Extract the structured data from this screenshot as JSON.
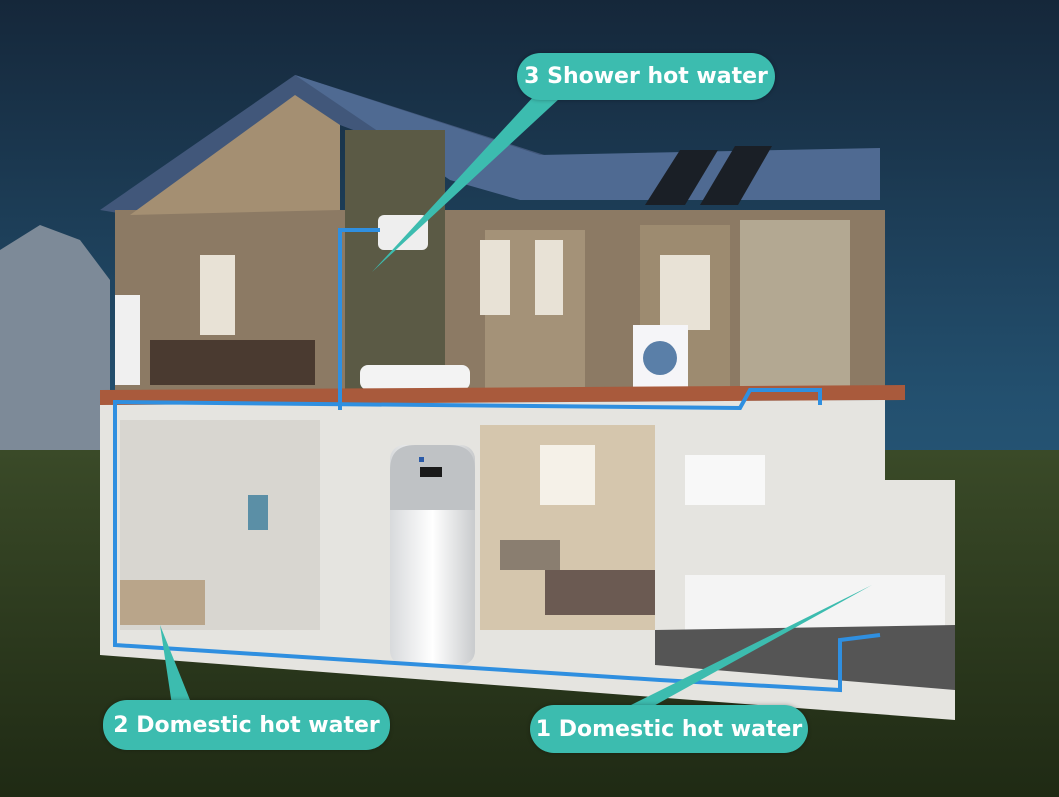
{
  "callouts": [
    {
      "number": "3",
      "label": "Shower hot water"
    },
    {
      "number": "2",
      "label": "Domestic hot water"
    },
    {
      "number": "1",
      "label": "Domestic hot water"
    }
  ],
  "colors": {
    "callout": "#3cbcaf",
    "pipe": "#2f8fe0",
    "sky": "#1d3a56",
    "grass": "#2e3b1e"
  }
}
